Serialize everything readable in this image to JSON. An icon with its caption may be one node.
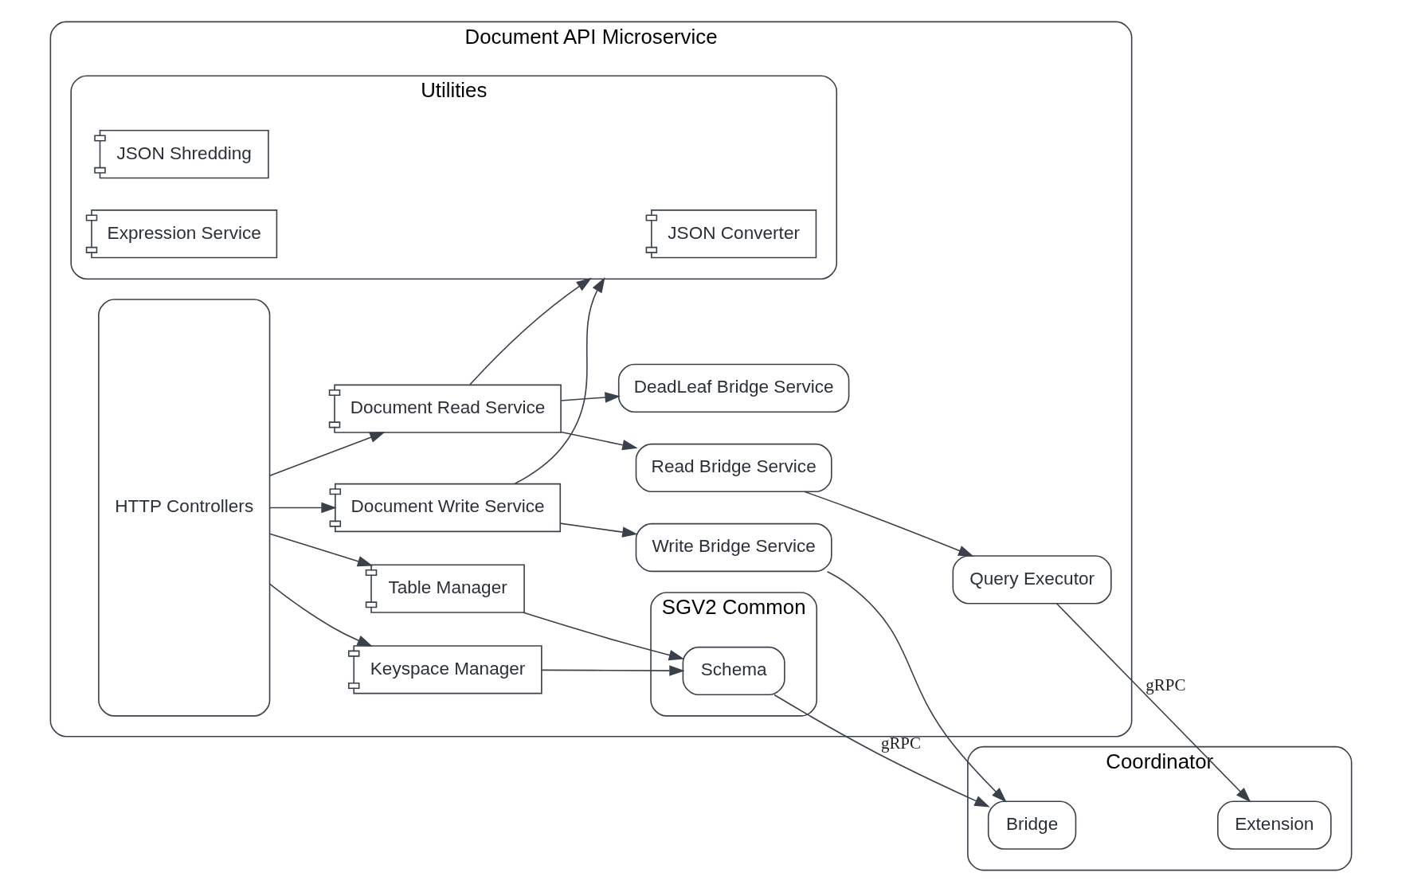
{
  "diagram": {
    "nodes": [
      {
        "text": [
          "Document API Microservice"
        ]
      },
      {
        "text": [
          "HTTP Controllers"
        ],
        "in": 0
      },
      {
        "text": [
          "Table Manager"
        ],
        "in": 0
      },
      {
        "text": [
          "Keyspace Manager"
        ],
        "in": 0
      },
      {
        "text": [
          "SGV2 Common"
        ],
        "in": 0
      },
      {
        "text": [
          "Schema"
        ],
        "in": 4
      },
      {
        "text": [
          "Document Write Service"
        ],
        "in": 0
      },
      {
        "text": [
          "Write Bridge Service"
        ],
        "in": 0
      },
      {
        "text": [
          "Document Read Service"
        ],
        "in": 0
      },
      {
        "text": [
          "Read Bridge Service"
        ],
        "in": 0
      },
      {
        "text": [
          "Utilities"
        ],
        "in": 0
      },
      {
        "text": [
          "JSON Converter"
        ],
        "in": 10
      },
      {
        "text": [
          "JSON Shredding"
        ],
        "in": 10
      },
      {
        "text": [
          "Expression Service"
        ],
        "in": 10
      },
      {
        "text": [
          "Query Executor"
        ],
        "in": 0
      },
      {
        "text": [
          "DeadLeaf Bridge Service"
        ],
        "in": 0
      },
      {
        "text": [
          "Coordinator"
        ]
      },
      {
        "text": [
          "Bridge"
        ],
        "in": 16
      },
      {
        "text": [
          "Extension"
        ],
        "in": 16
      }
    ],
    "edges": [
      {
        "from": 1,
        "to": 2,
        "arrow": "to"
      },
      {
        "from": 1,
        "to": 3,
        "arrow": "to"
      },
      {
        "from": 1,
        "to": 6,
        "arrow": "to"
      },
      {
        "from": 1,
        "to": 8,
        "arrow": "to"
      },
      {
        "from": 2,
        "to": 5,
        "arrow": "to"
      },
      {
        "from": 3,
        "to": 5,
        "arrow": "to"
      },
      {
        "from": 6,
        "to": 7,
        "arrow": "to"
      },
      {
        "from": 6,
        "to": 10,
        "arrow": "to"
      },
      {
        "from": 8,
        "to": 10,
        "arrow": "to"
      },
      {
        "from": 8,
        "to": 9,
        "arrow": "to"
      },
      {
        "from": 8,
        "to": 15,
        "arrow": "to"
      },
      {
        "from": 9,
        "to": 14,
        "arrow": "to"
      },
      {
        "from": 5,
        "to": 17,
        "label": "gRPC",
        "arrow": "to"
      },
      {
        "from": 7,
        "to": 17,
        "arrow": "to"
      },
      {
        "from": 14,
        "to": 18,
        "label": "gRPC",
        "arrow": "to"
      }
    ]
  }
}
